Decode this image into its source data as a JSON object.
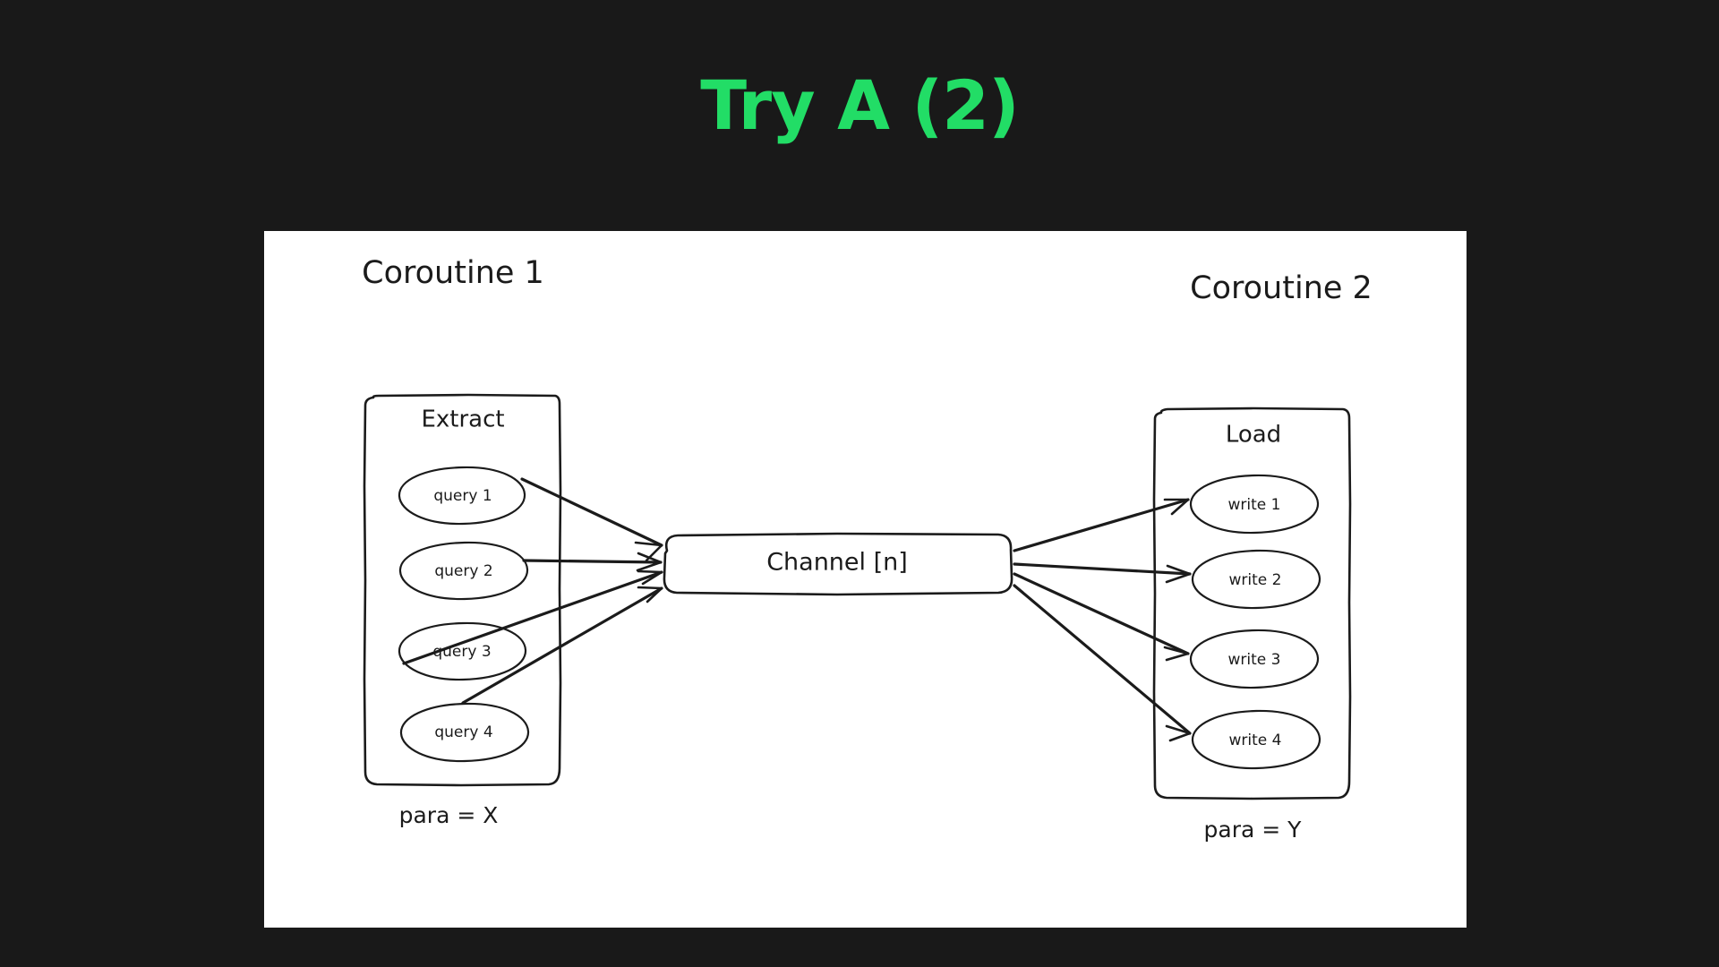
{
  "slide": {
    "title": "Try A (2)",
    "title_color": "#22dd66",
    "background_color": "#191919",
    "board_color": "#ffffff",
    "ink_color": "#1b1b1b"
  },
  "diagram": {
    "left": {
      "coroutine_label": "Coroutine 1",
      "group_label": "Extract",
      "nodes": [
        {
          "label": "query 1"
        },
        {
          "label": "query 2"
        },
        {
          "label": "query 3"
        },
        {
          "label": "query 4"
        }
      ],
      "para_label": "para = X"
    },
    "center": {
      "channel_label": "Channel [n]"
    },
    "right": {
      "coroutine_label": "Coroutine 2",
      "group_label": "Load",
      "nodes": [
        {
          "label": "write 1"
        },
        {
          "label": "write 2"
        },
        {
          "label": "write 3"
        },
        {
          "label": "write 4"
        }
      ],
      "para_label": "para = Y"
    },
    "flow": {
      "inbound_arrow_count": 4,
      "outbound_arrow_count": 4,
      "inbound_direction": "queries-to-channel",
      "outbound_direction": "channel-to-writes"
    }
  }
}
